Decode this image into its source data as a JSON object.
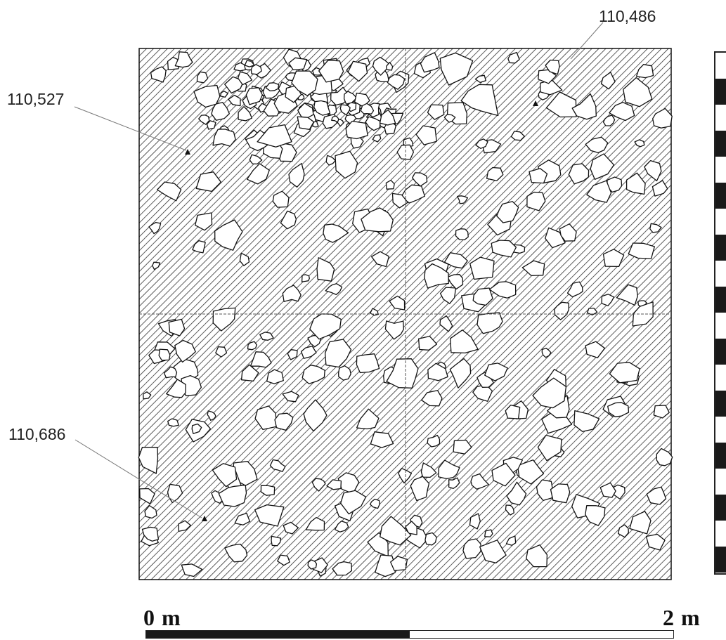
{
  "labels": {
    "elev_top_right": "110,486",
    "elev_top_left": "110,527",
    "elev_bottom_left": "110,686",
    "scale_start": "0 m",
    "scale_end": "2 m"
  },
  "colors": {
    "hatch": "#333333",
    "outline": "#111111",
    "grid_line": "#555555",
    "scale_dark": "#1a1a1a"
  },
  "icons": {
    "stone": "stone-outline",
    "point": "elevation-point-marker"
  }
}
